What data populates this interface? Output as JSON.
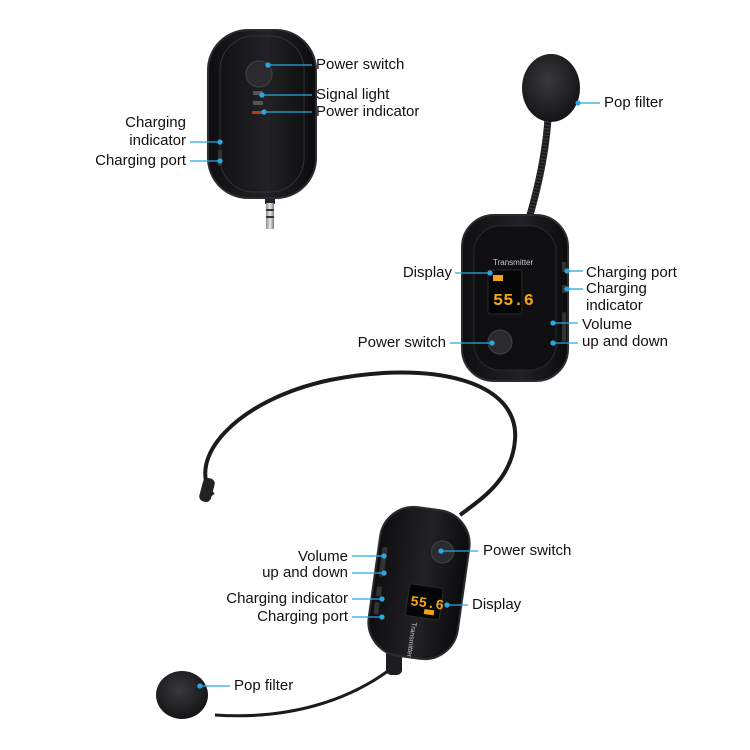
{
  "colors": {
    "device_body": "#151517",
    "device_edge": "#2c2c30",
    "foam": "#1c1c1e",
    "leader_line": "#2aa7e0",
    "display_amber": "#f2a21b",
    "background": "#ffffff"
  },
  "receiver": {
    "labels": {
      "power_switch": "Power switch",
      "signal_light": "Signal light",
      "power_indicator": "Power indicator",
      "charging_indicator_line1": "Charging",
      "charging_indicator_line2": "indicator",
      "charging_port": "Charging port"
    }
  },
  "handheld_transmitter": {
    "device_text": "Transmitter",
    "display_value": "55.6",
    "labels": {
      "pop_filter": "Pop filter",
      "display": "Display",
      "charging_port": "Charging port",
      "charging_indicator_line1": "Charging",
      "charging_indicator_line2": "indicator",
      "volume_line1": "Volume",
      "volume_line2": "up and down",
      "power_switch": "Power switch"
    }
  },
  "headset_transmitter": {
    "device_text": "Transmitter",
    "display_value": "55.6",
    "labels": {
      "volume_line1": "Volume",
      "volume_line2": "up and down",
      "charging_indicator": "Charging indicator",
      "charging_port": "Charging port",
      "power_switch": "Power switch",
      "display": "Display",
      "pop_filter": "Pop filter"
    }
  }
}
